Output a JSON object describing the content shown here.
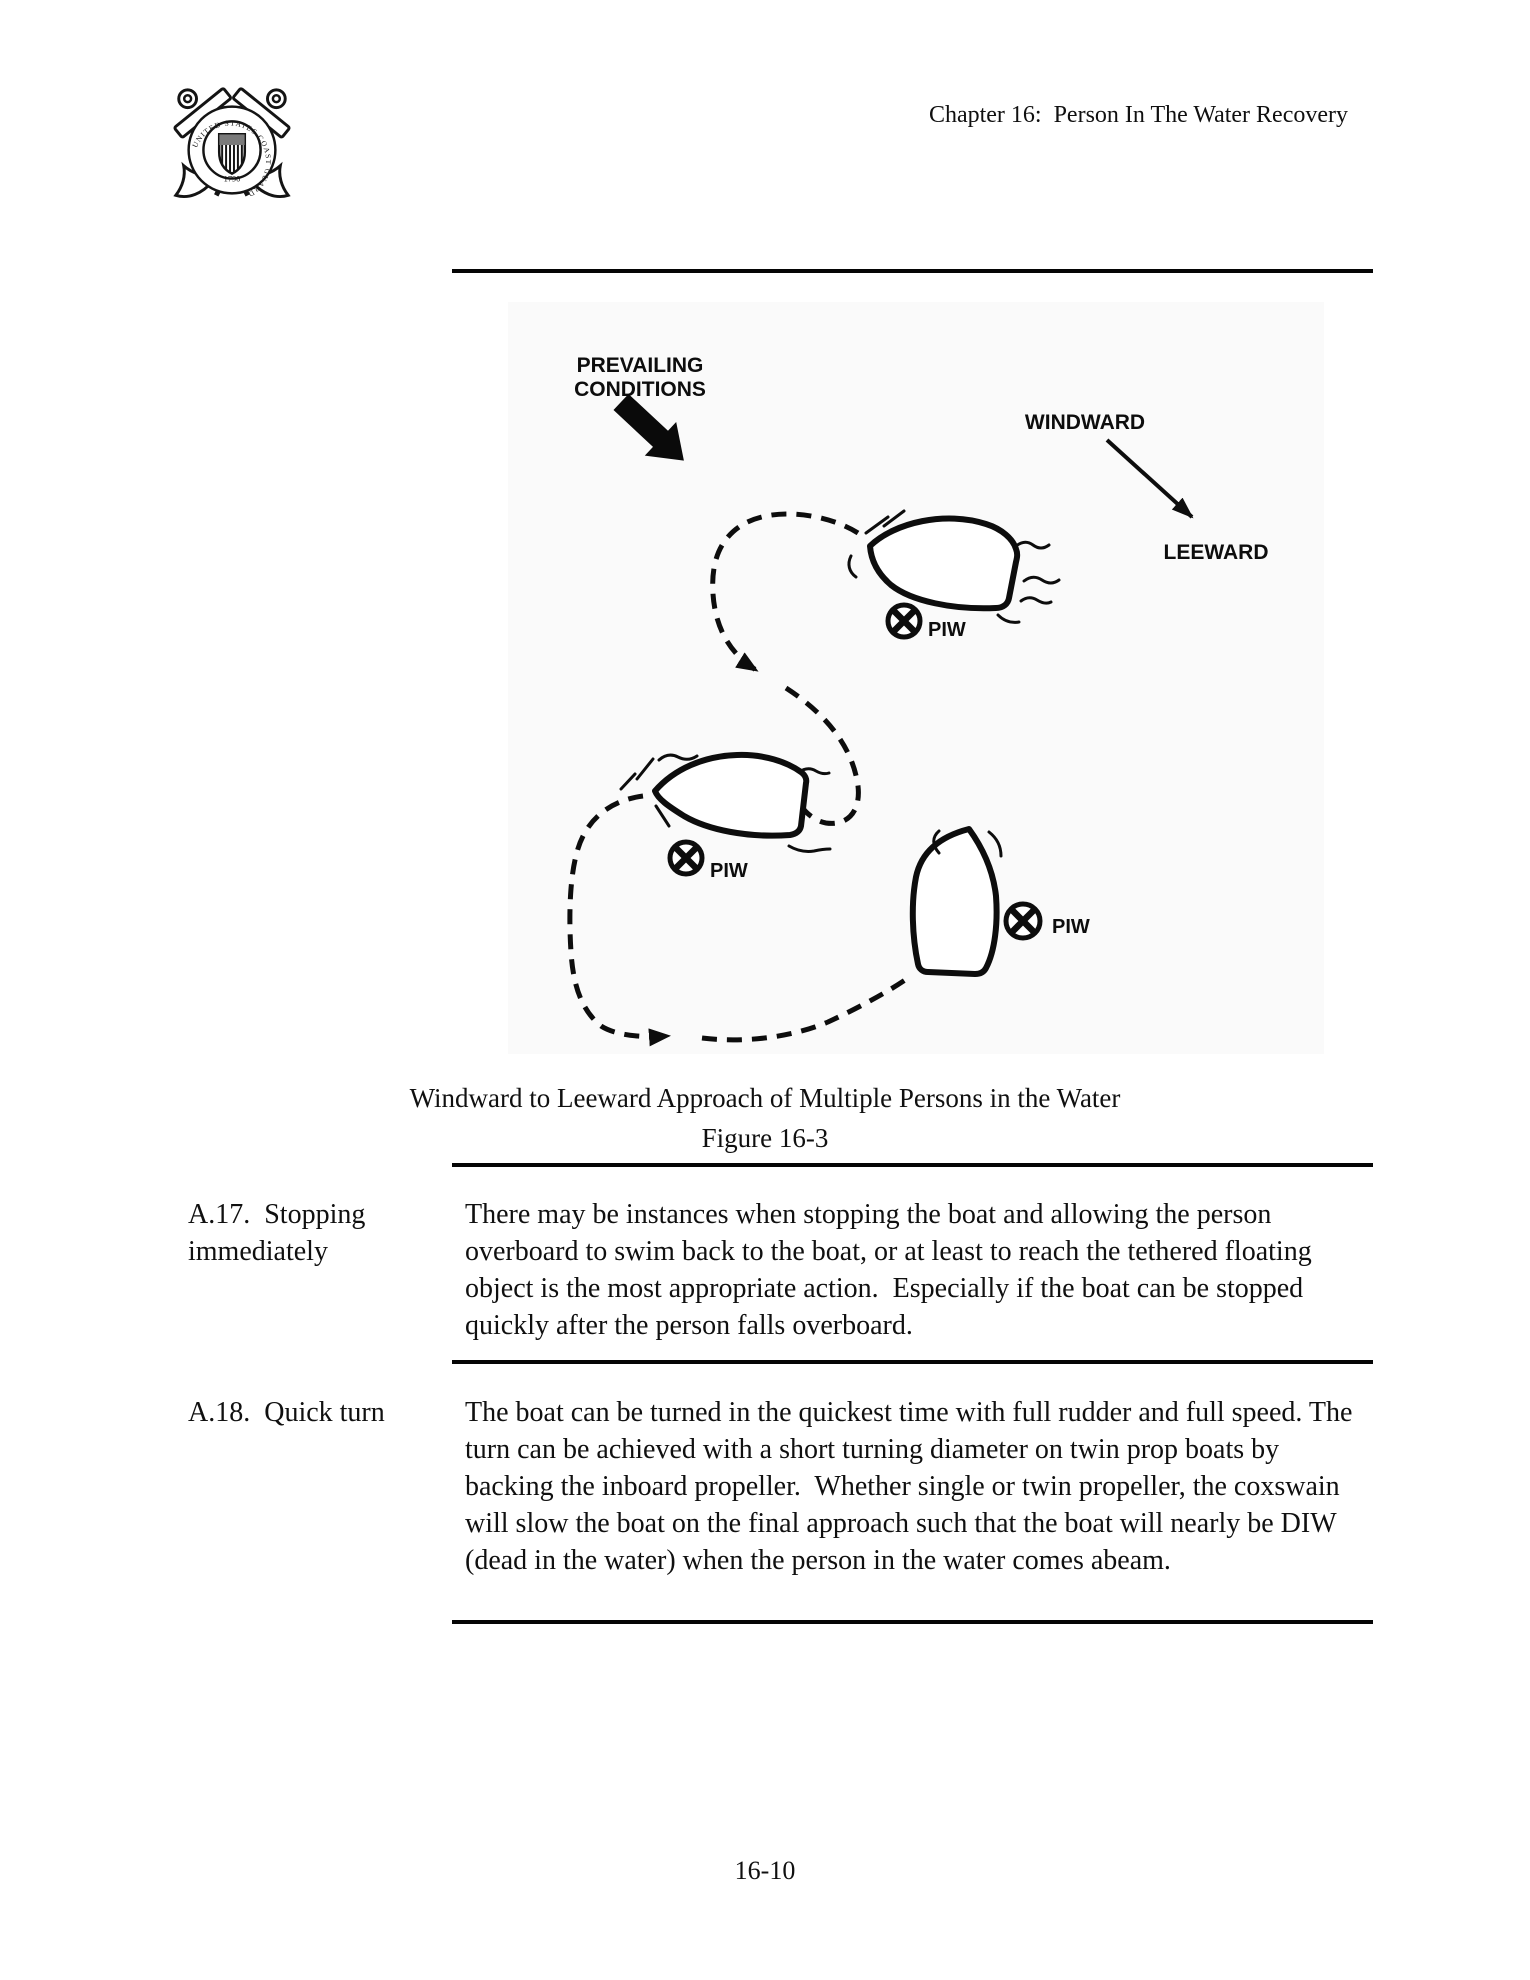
{
  "header": {
    "chapter_title": "Chapter 16:  Person In The Water Recovery"
  },
  "logo": {
    "ring_text": "UNITED STATES COAST GUARD",
    "year": "1790"
  },
  "figure": {
    "prevailing_line1": "PREVAILING",
    "prevailing_line2": "CONDITIONS",
    "windward_label": "WINDWARD",
    "leeward_label": "LEEWARD",
    "piw_label_1": "PIW",
    "piw_label_2": "PIW",
    "piw_label_3": "PIW",
    "caption": "Windward to Leeward Approach of Multiple Persons in the Water",
    "figure_number": "Figure 16-3"
  },
  "sections": [
    {
      "heading": "A.17.  Stopping immediately",
      "body": "There may be instances when stopping the boat and allowing the person overboard to swim back to the boat, or at least to reach the tethered floating object is the most appropriate action.  Especially if the boat can be stopped quickly after the person falls overboard."
    },
    {
      "heading": "A.18.  Quick turn",
      "body": "The boat can be turned in the quickest time with full rudder and full speed. The turn can be achieved with a short turning diameter on twin prop boats by backing the inboard propeller.  Whether single or twin propeller, the coxswain will slow the boat on the final approach such that the boat will nearly be DIW (dead in the water) when the person in the water comes abeam."
    }
  ],
  "footer": {
    "page_number": "16-10"
  }
}
